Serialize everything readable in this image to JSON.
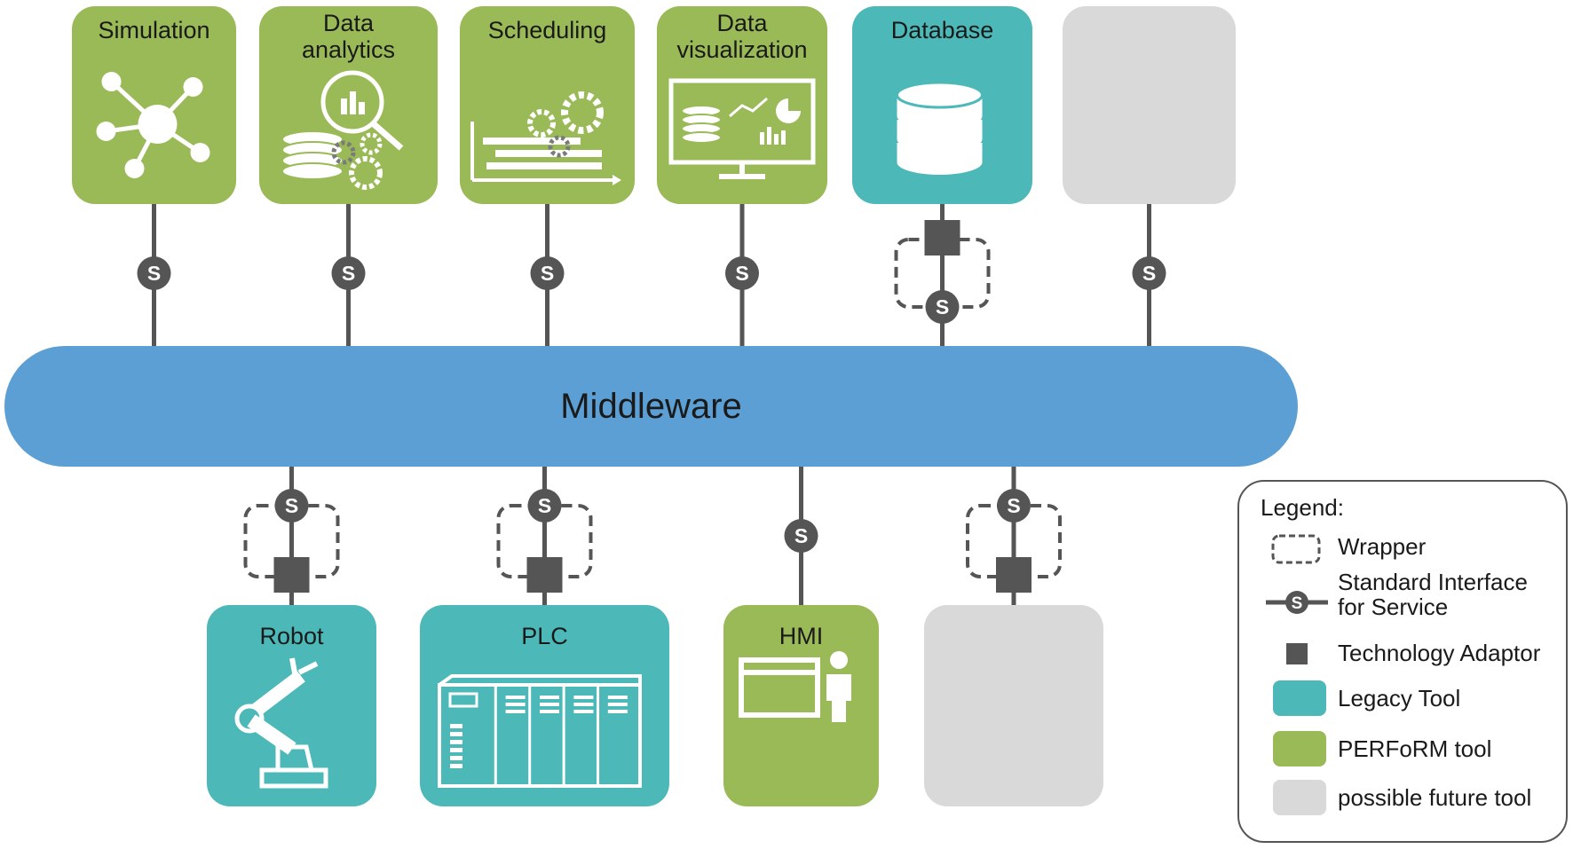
{
  "colors": {
    "perform_green": "#9aba58",
    "legacy_teal": "#4db8b8",
    "future_gray": "#d9d9d9",
    "middleware_blue": "#5b9fd4",
    "connector_dark": "#555555"
  },
  "middleware": {
    "label": "Middleware"
  },
  "top_tools": [
    {
      "id": "simulation",
      "label_lines": [
        "Simulation"
      ],
      "kind": "perform",
      "icon": "network-hub-icon",
      "connector": "standard-interface"
    },
    {
      "id": "data-analytics",
      "label_lines": [
        "Data",
        "analytics"
      ],
      "kind": "perform",
      "icon": "analytics-magnifier-icon",
      "connector": "standard-interface"
    },
    {
      "id": "scheduling",
      "label_lines": [
        "Scheduling"
      ],
      "kind": "perform",
      "icon": "gantt-gears-icon",
      "connector": "standard-interface"
    },
    {
      "id": "data-visualization",
      "label_lines": [
        "Data",
        "visualization"
      ],
      "kind": "perform",
      "icon": "monitor-dashboard-icon",
      "connector": "standard-interface"
    },
    {
      "id": "database",
      "label_lines": [
        "Database"
      ],
      "kind": "legacy",
      "icon": "database-cylinder-icon",
      "connector": "wrapper"
    },
    {
      "id": "future-top",
      "label_lines": [],
      "kind": "future",
      "icon": "",
      "connector": "standard-interface"
    }
  ],
  "bottom_tools": [
    {
      "id": "robot",
      "label_lines": [
        "Robot"
      ],
      "kind": "legacy",
      "icon": "robot-arm-icon",
      "connector": "wrapper"
    },
    {
      "id": "plc",
      "label_lines": [
        "PLC"
      ],
      "kind": "legacy",
      "icon": "plc-rack-icon",
      "connector": "wrapper"
    },
    {
      "id": "hmi",
      "label_lines": [
        "HMI"
      ],
      "kind": "perform",
      "icon": "window-operator-icon",
      "connector": "standard-interface"
    },
    {
      "id": "future-bottom",
      "label_lines": [],
      "kind": "future",
      "icon": "",
      "connector": "wrapper"
    }
  ],
  "interface_symbol_letter": "S",
  "legend": {
    "title": "Legend:",
    "items": [
      {
        "symbol": "wrapper-icon",
        "lines": [
          "Wrapper"
        ]
      },
      {
        "symbol": "standard-interface-icon",
        "lines": [
          "Standard Interface",
          "for Service"
        ]
      },
      {
        "symbol": "technology-adaptor-icon",
        "lines": [
          "Technology Adaptor"
        ]
      },
      {
        "symbol": "legacy-swatch",
        "lines": [
          "Legacy Tool"
        ]
      },
      {
        "symbol": "perform-swatch",
        "lines": [
          "PERFoRM tool"
        ]
      },
      {
        "symbol": "future-swatch",
        "lines": [
          "possible future tool"
        ]
      }
    ]
  }
}
